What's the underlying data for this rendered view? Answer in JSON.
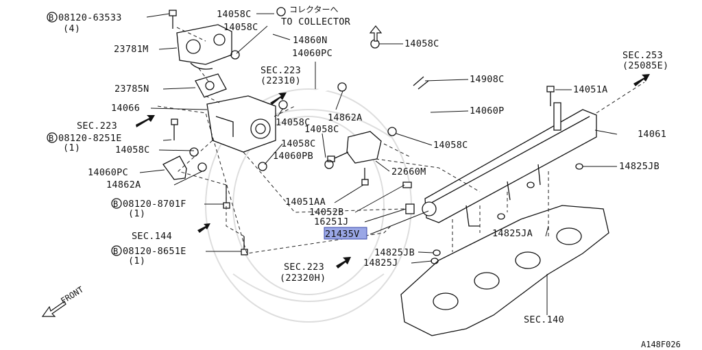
{
  "diagram": {
    "labels": {
      "b1": "08120-63533",
      "b1_qty": "(4)",
      "p23781M": "23781M",
      "p23785N": "23785N",
      "p14066": "14066",
      "sec223_left": "SEC.223",
      "b2": "08120-8251E",
      "b2_qty": "(1)",
      "p14058C_l1": "14058C",
      "p14060PC_l": "14060PC",
      "p14862A_l": "14862A",
      "b3": "08120-8701F",
      "b3_qty": "(1)",
      "sec144": "SEC.144",
      "b4": "08120-8651E",
      "b4_qty": "(1)",
      "front": "FRONT",
      "p14058C_t1": "14058C",
      "p14058C_t2": "14058C",
      "jp_collector": "コレクターへ",
      "to_collector": "TO COLLECTOR",
      "p14860N": "14860N",
      "p14060PC_t": "14060PC",
      "sec223_top": "SEC.223",
      "sec223_top_sub": "(22310)",
      "p14058C_m1": "14058C",
      "p14862A_m": "14862A",
      "p14058C_m2": "14058C",
      "p14058C_m3": "14058C",
      "p14060PB": "14060PB",
      "p14058C_tr": "14058C",
      "p14908C": "14908C",
      "p14060P": "14060P",
      "p14058C_r": "14058C",
      "p22660M": "22660M",
      "sec253": "SEC.253",
      "sec253_sub": "(25085E)",
      "p14051A": "14051A",
      "p14061": "14061",
      "p14825JB_r": "14825JB",
      "p14051AA": "14051AA",
      "p14052B": "14052B",
      "p16251J": "16251J",
      "p21435V": "21435V",
      "p14825JB_b": "14825JB",
      "p14825J": "14825J",
      "p14825JA": "14825JA",
      "sec223_bot": "SEC.223",
      "sec223_bot_sub": "(22320H)",
      "sec140": "SEC.140",
      "drawing_no": "A148F026"
    },
    "bolt_symbol": "B",
    "highlight_color": "#9aa7e6"
  }
}
